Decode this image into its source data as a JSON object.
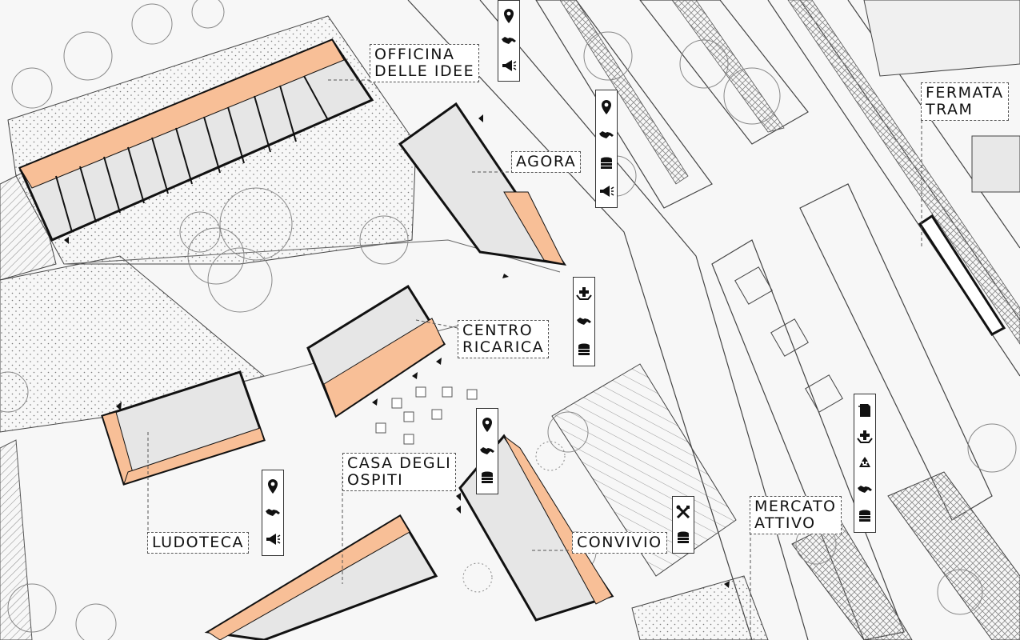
{
  "labels": {
    "officina": {
      "line1": "OFFICINA",
      "line2": "DELLE IDEE"
    },
    "agora": {
      "line1": "AGORA"
    },
    "centro": {
      "line1": "CENTRO",
      "line2": "RICARICA"
    },
    "casa": {
      "line1": "CASA DEGLI",
      "line2": "OSPITI"
    },
    "ludoteca": {
      "line1": "LUDOTECA"
    },
    "convivio": {
      "line1": "CONVIVIO"
    },
    "mercato": {
      "line1": "MERCATO",
      "line2": "ATTIVO"
    },
    "tram": {
      "line1": "FERMATA",
      "line2": "TRAM"
    }
  },
  "icon_strips": [
    {
      "id": "strip-top",
      "icons": [
        "location-pin-icon",
        "handshake-icon",
        "megaphone-icon"
      ]
    },
    {
      "id": "strip-agora",
      "icons": [
        "location-pin-icon",
        "handshake-icon",
        "coins-icon",
        "megaphone-icon"
      ]
    },
    {
      "id": "strip-centro",
      "icons": [
        "health-care-icon",
        "handshake-icon",
        "coins-icon"
      ]
    },
    {
      "id": "strip-casa",
      "icons": [
        "location-pin-icon",
        "handshake-icon",
        "coins-icon"
      ]
    },
    {
      "id": "strip-ludoteca",
      "icons": [
        "location-pin-icon",
        "handshake-icon",
        "megaphone-icon"
      ]
    },
    {
      "id": "strip-convivio",
      "icons": [
        "tools-icon",
        "coins-icon"
      ]
    },
    {
      "id": "strip-mercato",
      "icons": [
        "stack-icon",
        "health-care-icon",
        "recycle-icon",
        "handshake-icon",
        "coins-icon"
      ]
    }
  ],
  "colors": {
    "building_fill": "#e6e6e6",
    "accent_orange": "#f8bf97",
    "outline": "#111111",
    "ground": "#f7f7f7"
  }
}
